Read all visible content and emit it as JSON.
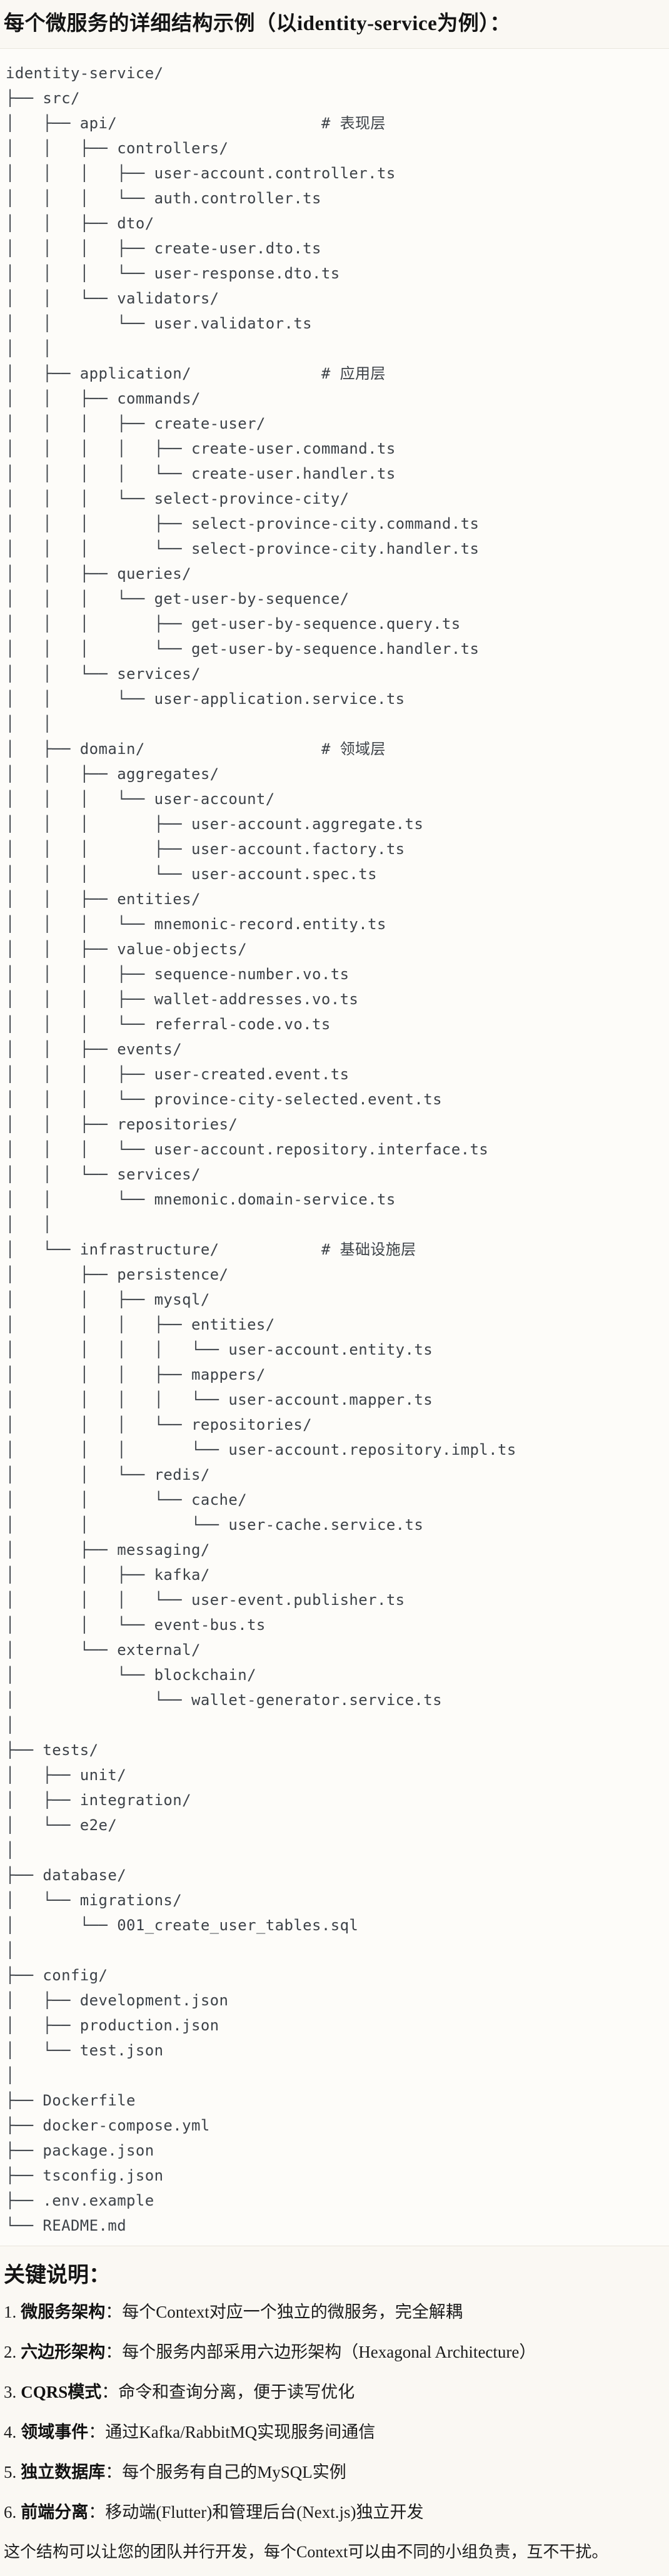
{
  "title": "每个微服务的详细结构示例（以identity-service为例）：",
  "tree_lines": [
    "identity-service/",
    "├── src/",
    "│   ├── api/                      # 表现层",
    "│   │   ├── controllers/",
    "│   │   │   ├── user-account.controller.ts",
    "│   │   │   └── auth.controller.ts",
    "│   │   ├── dto/",
    "│   │   │   ├── create-user.dto.ts",
    "│   │   │   └── user-response.dto.ts",
    "│   │   └── validators/",
    "│   │       └── user.validator.ts",
    "│   │",
    "│   ├── application/              # 应用层",
    "│   │   ├── commands/",
    "│   │   │   ├── create-user/",
    "│   │   │   │   ├── create-user.command.ts",
    "│   │   │   │   └── create-user.handler.ts",
    "│   │   │   └── select-province-city/",
    "│   │   │       ├── select-province-city.command.ts",
    "│   │   │       └── select-province-city.handler.ts",
    "│   │   ├── queries/",
    "│   │   │   └── get-user-by-sequence/",
    "│   │   │       ├── get-user-by-sequence.query.ts",
    "│   │   │       └── get-user-by-sequence.handler.ts",
    "│   │   └── services/",
    "│   │       └── user-application.service.ts",
    "│   │",
    "│   ├── domain/                   # 领域层",
    "│   │   ├── aggregates/",
    "│   │   │   └── user-account/",
    "│   │   │       ├── user-account.aggregate.ts",
    "│   │   │       ├── user-account.factory.ts",
    "│   │   │       └── user-account.spec.ts",
    "│   │   ├── entities/",
    "│   │   │   └── mnemonic-record.entity.ts",
    "│   │   ├── value-objects/",
    "│   │   │   ├── sequence-number.vo.ts",
    "│   │   │   ├── wallet-addresses.vo.ts",
    "│   │   │   └── referral-code.vo.ts",
    "│   │   ├── events/",
    "│   │   │   ├── user-created.event.ts",
    "│   │   │   └── province-city-selected.event.ts",
    "│   │   ├── repositories/",
    "│   │   │   └── user-account.repository.interface.ts",
    "│   │   └── services/",
    "│   │       └── mnemonic.domain-service.ts",
    "│   │",
    "│   └── infrastructure/           # 基础设施层",
    "│       ├── persistence/",
    "│       │   ├── mysql/",
    "│       │   │   ├── entities/",
    "│       │   │   │   └── user-account.entity.ts",
    "│       │   │   ├── mappers/",
    "│       │   │   │   └── user-account.mapper.ts",
    "│       │   │   └── repositories/",
    "│       │   │       └── user-account.repository.impl.ts",
    "│       │   └── redis/",
    "│       │       └── cache/",
    "│       │           └── user-cache.service.ts",
    "│       ├── messaging/",
    "│       │   ├── kafka/",
    "│       │   │   └── user-event.publisher.ts",
    "│       │   └── event-bus.ts",
    "│       └── external/",
    "│           └── blockchain/",
    "│               └── wallet-generator.service.ts",
    "│",
    "├── tests/",
    "│   ├── unit/",
    "│   ├── integration/",
    "│   └── e2e/",
    "│",
    "├── database/",
    "│   └── migrations/",
    "│       └── 001_create_user_tables.sql",
    "│",
    "├── config/",
    "│   ├── development.json",
    "│   ├── production.json",
    "│   └── test.json",
    "│",
    "├── Dockerfile",
    "├── docker-compose.yml",
    "├── package.json",
    "├── tsconfig.json",
    "├── .env.example",
    "└── README.md"
  ],
  "notes": {
    "heading": "关键说明：",
    "items": [
      {
        "num": "1.",
        "label": "微服务架构",
        "colon": "：",
        "text": "每个Context对应一个独立的微服务，完全解耦"
      },
      {
        "num": "2.",
        "label": "六边形架构",
        "colon": "：",
        "text": "每个服务内部采用六边形架构（Hexagonal Architecture）"
      },
      {
        "num": "3.",
        "label": "CQRS模式",
        "colon": "：",
        "text": "命令和查询分离，便于读写优化"
      },
      {
        "num": "4.",
        "label": "领域事件",
        "colon": "：",
        "text": "通过Kafka/RabbitMQ实现服务间通信"
      },
      {
        "num": "5.",
        "label": "独立数据库",
        "colon": "：",
        "text": "每个服务有自己的MySQL实例"
      },
      {
        "num": "6.",
        "label": "前端分离",
        "colon": "：",
        "text": "移动端(Flutter)和管理后台(Next.js)独立开发"
      }
    ],
    "footer": "这个结构可以让您的团队并行开发，每个Context可以由不同的小组负责，互不干扰。"
  }
}
